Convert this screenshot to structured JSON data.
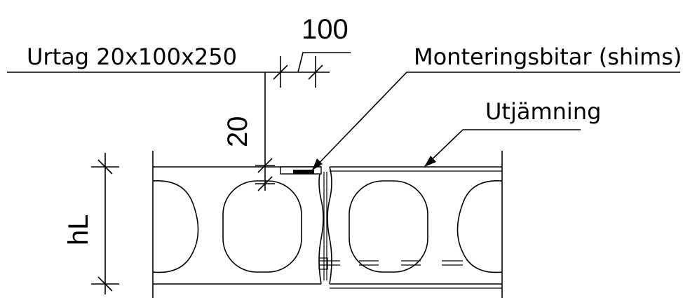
{
  "labels": {
    "urtag": "Urtag 20x100x250",
    "shims": "Monteringsbitar (shims)",
    "utjamning": "Utjämning",
    "dim_top": "100",
    "dim_depth": "20",
    "dim_height": "hL"
  }
}
